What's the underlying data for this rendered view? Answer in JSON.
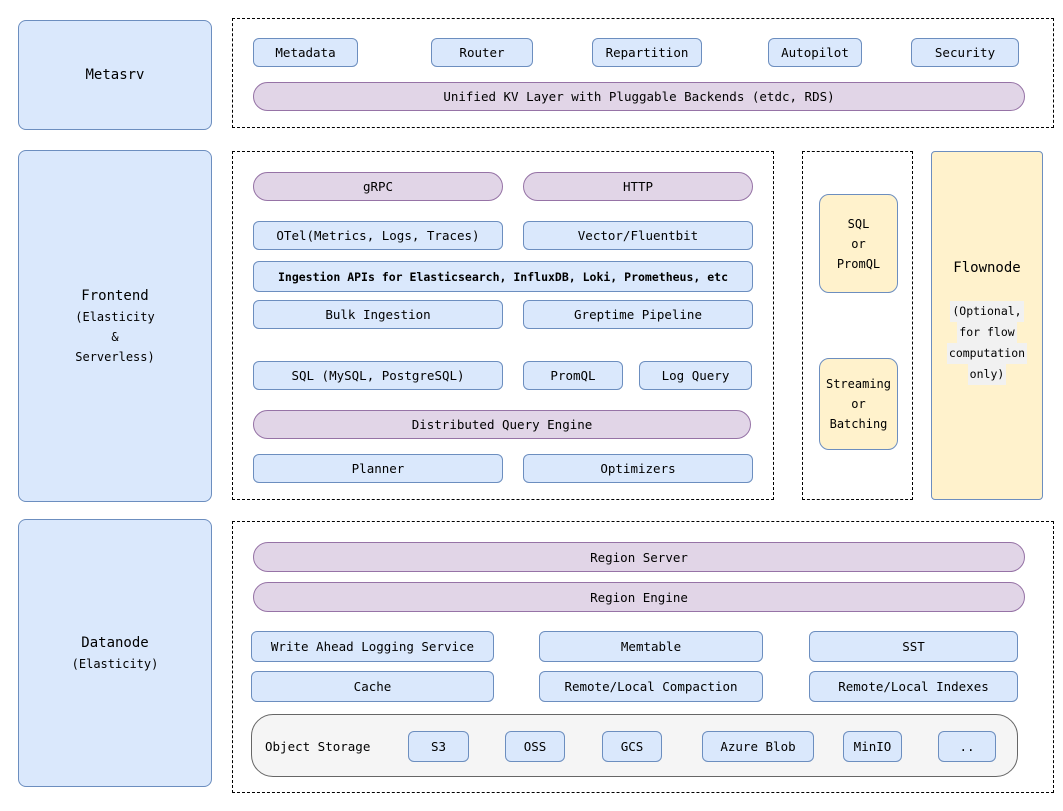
{
  "colors": {
    "blue_fill": "#dae8fc",
    "blue_border": "#6c8ebf",
    "purple_fill": "#e1d5e7",
    "purple_border": "#9673a6",
    "yellow_fill": "#fff2cc",
    "yellow_border": "#6c8ebf",
    "storage_fill": "#f5f5f5",
    "storage_border": "#666666"
  },
  "metasrv": {
    "label": "Metasrv",
    "services": [
      "Metadata",
      "Router",
      "Repartition",
      "Autopilot",
      "Security"
    ],
    "kv_layer": "Unified KV Layer with Pluggable Backends (etdc, RDS)"
  },
  "frontend": {
    "label": "Frontend",
    "sublabel_lines": [
      "(Elasticity",
      "&",
      "Serverless)"
    ],
    "grpc": "gRPC",
    "http": "HTTP",
    "otel": "OTel(Metrics, Logs, Traces)",
    "vector": "Vector/Fluentbit",
    "ingestion_apis": "Ingestion APIs for Elasticsearch, InfluxDB, Loki, Prometheus, etc",
    "bulk_ingestion": "Bulk Ingestion",
    "greptime_pipeline": "Greptime Pipeline",
    "sql": "SQL (MySQL, PostgreSQL)",
    "promql": "PromQL",
    "log_query": "Log Query",
    "query_engine": "Distributed Query Engine",
    "planner": "Planner",
    "optimizers": "Optimizers"
  },
  "flow": {
    "sql_or_promql_lines": [
      "SQL",
      "or",
      "PromQL"
    ],
    "streaming_lines": [
      "Streaming",
      "or",
      "Batching"
    ],
    "flownode_label": "Flownode",
    "flownode_note_lines": [
      "(Optional,",
      "for flow",
      "computation",
      "only)"
    ]
  },
  "datanode": {
    "label": "Datanode",
    "sublabel": "(Elasticity)",
    "region_server": "Region Server",
    "region_engine": "Region Engine",
    "wal": "Write Ahead Logging Service",
    "memtable": "Memtable",
    "sst": "SST",
    "cache": "Cache",
    "compaction": "Remote/Local Compaction",
    "indexes": "Remote/Local Indexes",
    "object_storage": {
      "label": "Object Storage",
      "providers": [
        "S3",
        "OSS",
        "GCS",
        "Azure Blob",
        "MinIO",
        ".."
      ]
    }
  }
}
